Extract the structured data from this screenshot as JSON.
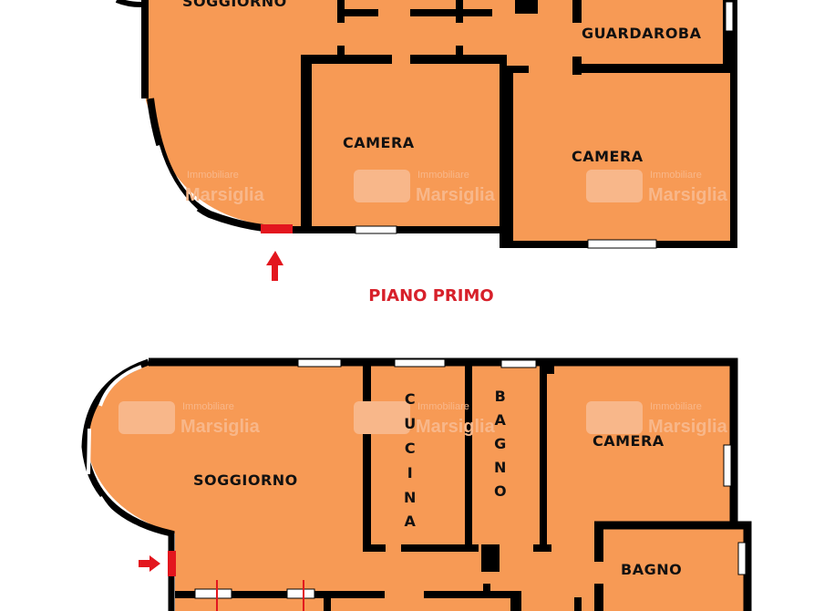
{
  "colors": {
    "room_fill": "#F79A55",
    "wall": "#000000",
    "accent_red": "#D7202A",
    "balcony_fill": "#FBE7A8",
    "watermark": "#F8B78A"
  },
  "watermark": {
    "line1": "Immobiliare",
    "line2": "Marsiglia"
  },
  "upper_plan": {
    "rooms": {
      "soggiorno": "SOGGIORNO",
      "guardaroba": "GUARDAROBA",
      "camera_1": "CAMERA",
      "camera_2": "CAMERA"
    }
  },
  "floor_title": "PIANO PRIMO",
  "lower_plan": {
    "rooms": {
      "soggiorno": "SOGGIORNO",
      "cucina": [
        "C",
        "U",
        "C",
        "I",
        "N",
        "A"
      ],
      "bagno_vertical": [
        "B",
        "A",
        "G",
        "N",
        "O"
      ],
      "camera": "CAMERA",
      "bagno": "BAGNO"
    }
  }
}
